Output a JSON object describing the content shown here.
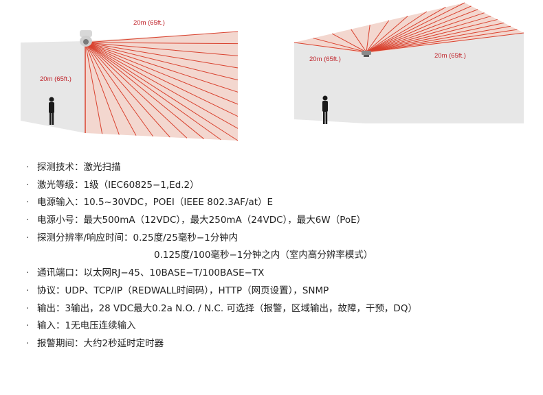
{
  "figures": {
    "left": {
      "labels": {
        "top": "20m (65ft.)",
        "side": "20m (65ft.)"
      },
      "colors": {
        "wall": "#e7e7e7",
        "floor": "#f3d7cf",
        "beam": "#d9422f",
        "person": "#1a1a1a"
      },
      "icons": [
        "ceiling-camera-icon",
        "person-icon"
      ]
    },
    "right": {
      "labels": {
        "left": "20m (65ft.)",
        "right": "20m (65ft.)"
      },
      "colors": {
        "wall": "#e7e7e7",
        "ceiling": "#f3d7cf",
        "beam": "#d9422f",
        "person": "#1a1a1a"
      },
      "icons": [
        "ceiling-sensor-icon",
        "person-icon"
      ]
    }
  },
  "specs": [
    {
      "text": "探测技术：激光扫描",
      "bullet": true
    },
    {
      "text": "激光等级：1级（IEC60825−1,Ed.2）",
      "bullet": true
    },
    {
      "text": "电源输入：10.5~30VDC，POEI（IEEE 802.3AF/at）E",
      "bullet": true
    },
    {
      "text": "电源小号：最大500mA（12VDC），最大250mA（24VDC），最大6W（PoE）",
      "bullet": true
    },
    {
      "text": "探测分辨率/响应时间：0.25度/25毫秒−1分钟内",
      "bullet": true
    },
    {
      "text": "0.125度/100毫秒−1分钟之内（室内高分辨率模式）",
      "bullet": false
    },
    {
      "text": "通讯端口：以太网RJ−45、10BASE−T/100BASE−TX",
      "bullet": true
    },
    {
      "text": "协议：UDP、TCP/IP（REDWALL时间码），HTTP（网页设置），SNMP",
      "bullet": true
    },
    {
      "text": "输出：3输出，28 VDC最大0.2a  N.O. / N.C. 可选择（报警，区域输出，故障，干预，DQ）",
      "bullet": true
    },
    {
      "text": "输入：1无电压连续输入",
      "bullet": true
    },
    {
      "text": "报警期间：大约2秒延时定时器",
      "bullet": true
    }
  ]
}
